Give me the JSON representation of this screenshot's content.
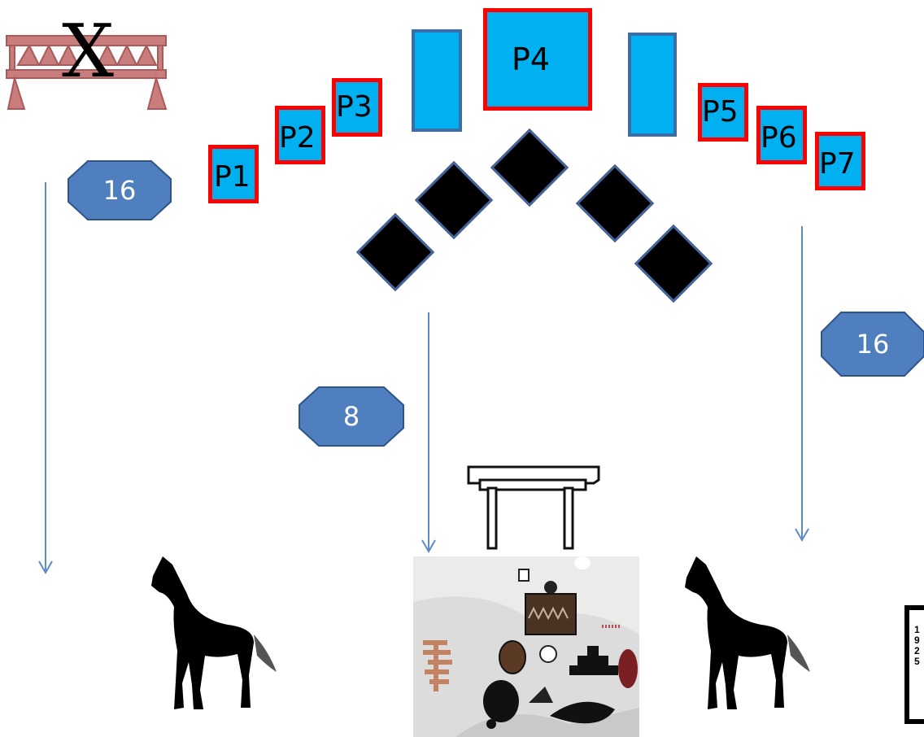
{
  "stage": {
    "X_mark": "X",
    "boxes": {
      "p1": "P1",
      "p2": "P2",
      "p3": "P3",
      "p4": "P4",
      "p5": "P5",
      "p6": "P6",
      "p7": "P7"
    }
  },
  "distances": {
    "left": "16",
    "center": "8",
    "right": "16"
  },
  "legend": {
    "line1": "1",
    "line2": "9",
    "line3": "2",
    "line4": "5"
  },
  "colors": {
    "box_fill": "#00b0f0",
    "box_border_red": "#ff0000",
    "box_border_blue": "#3a6ea5",
    "octagon_fill": "#4f7fbf",
    "arrow": "#5b8bc8",
    "fence": "#c97d7d"
  }
}
